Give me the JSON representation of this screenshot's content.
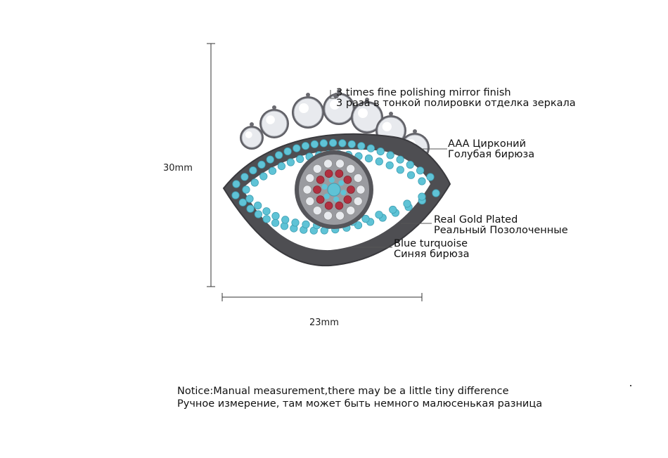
{
  "dimensions": {
    "height_label": "30mm",
    "width_label": "23mm"
  },
  "callouts": {
    "polish_en": "3 times fine polishing mirror finish",
    "polish_ru": "3 раза в тонкой полировки отделка зеркала",
    "zircon_en": "AAA Цирконий",
    "zircon_ru": "Голубая бирюза",
    "gold_en": "Real Gold Plated",
    "gold_ru": "Реальный Позолоченные",
    "turquoise_en": "Blue turquoise",
    "turquoise_ru": "Синяя бирюза"
  },
  "notice": {
    "line_en": "Notice:Manual measurement,there may be a little tiny difference",
    "line_ru": "Ручное измерение, там может быть немного малюсенькая разница"
  },
  "product": {
    "image": "evil-eye-brooch",
    "colors": {
      "metal": "#5a5a5e",
      "turquoise": "#5fc3d6",
      "garnet": "#b03040",
      "crystal": "#e8eaee"
    }
  }
}
